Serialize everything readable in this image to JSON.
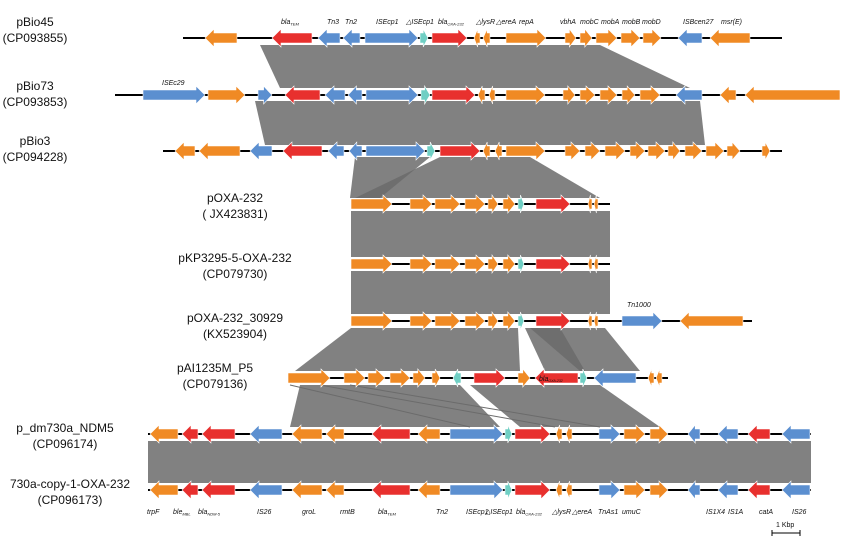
{
  "colors": {
    "orange": "#F08A24",
    "red": "#E8302E",
    "blue": "#5B8FD0",
    "teal": "#6FCFC4",
    "link": "#6b6b6b",
    "backbone": "#000000"
  },
  "tracks": [
    {
      "name": "pBio45",
      "acc": "(CP093855)"
    },
    {
      "name": "pBio73",
      "acc": "(CP093853)"
    },
    {
      "name": "pBio3",
      "acc": "(CP094228)"
    },
    {
      "name": "pOXA-232",
      "acc": "( JX423831)"
    },
    {
      "name": "pKP3295-5-OXA-232",
      "acc": "(CP079730)"
    },
    {
      "name": "pOXA-232_30929",
      "acc": "(KX523904)"
    },
    {
      "name": "pAI1235M_P5",
      "acc": "(CP079136)"
    },
    {
      "name": "p_dm730a_NDM5",
      "acc": "(CP096174)"
    },
    {
      "name": "730a-copy-1-OXA-232",
      "acc": "(CP096173)"
    }
  ],
  "top_genes": [
    "bla",
    "Tn3",
    "Tn2",
    "ISEcp1",
    "△ISEcp1",
    "bla",
    "△lysR",
    "△ereA",
    "repA",
    "vbhA",
    "mobC",
    "mobA",
    "mobB",
    "mobD",
    "ISBcen27",
    "msr(E)"
  ],
  "top_gene_subscripts": {
    "bla_tem": "TEM",
    "bla_oxa": "OXA-232"
  },
  "pBio73_labels": [
    "ISEc29"
  ],
  "tn1000_label": "Tn1000",
  "pAI_inner_label": "bla",
  "pAI_inner_sub": "OXA-232",
  "bottom_genes": [
    "trpF",
    "ble",
    "bla",
    "IS26",
    "groL",
    "rmtB",
    "bla",
    "Tn2",
    "ISEcp1",
    "△ISEcp1",
    "bla",
    "△lysR",
    "△ereA",
    "TnAs1",
    "umuC",
    "IS1X4",
    "IS1A",
    "catA",
    "IS26"
  ],
  "bottom_gene_subscripts": {
    "ble": "MBL",
    "bla_ndm": "NDM-5",
    "bla_tem": "TEM",
    "bla_oxa": "OXA-232"
  },
  "scale_label": "1 Kbp"
}
